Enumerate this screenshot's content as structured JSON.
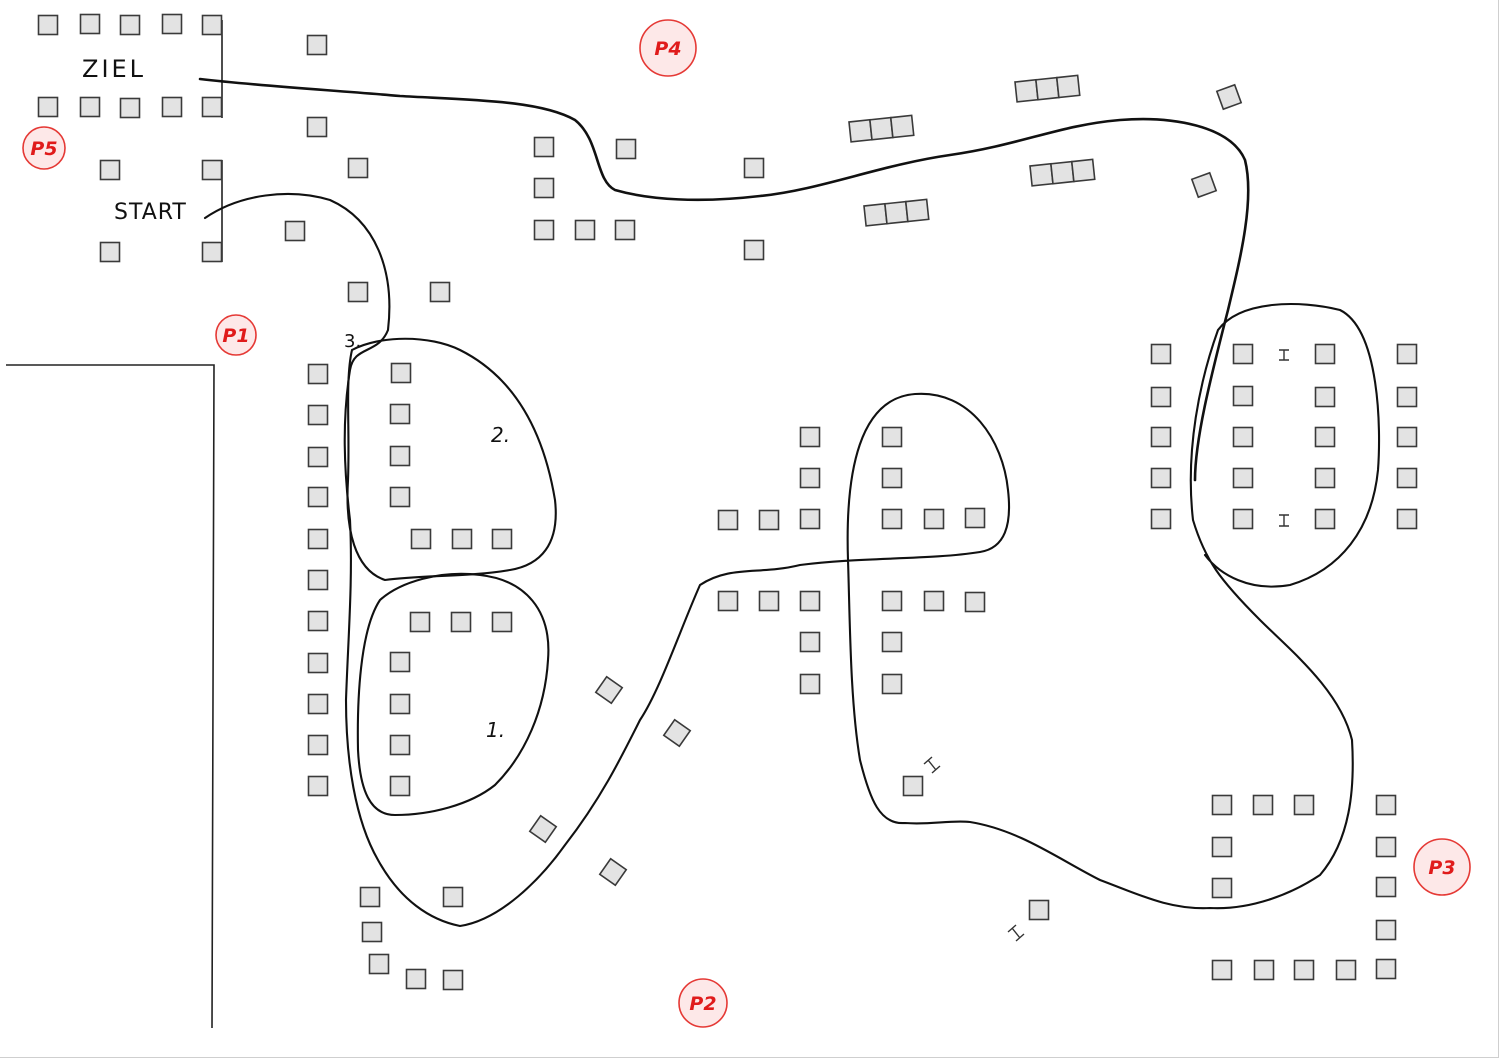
{
  "labels": {
    "ziel": "ZIEL",
    "start": "START",
    "order_1": "1.",
    "order_2": "2.",
    "order_3": "3."
  },
  "posts": [
    {
      "id": "P1",
      "label": "P1"
    },
    {
      "id": "P2",
      "label": "P2"
    },
    {
      "id": "P3",
      "label": "P3"
    },
    {
      "id": "P4",
      "label": "P4"
    },
    {
      "id": "P5",
      "label": "P5"
    }
  ],
  "colors": {
    "post_red": "#e01b1b",
    "post_fill": "#fde8e8",
    "box_fill": "#e3e3e3",
    "line": "#111111"
  }
}
